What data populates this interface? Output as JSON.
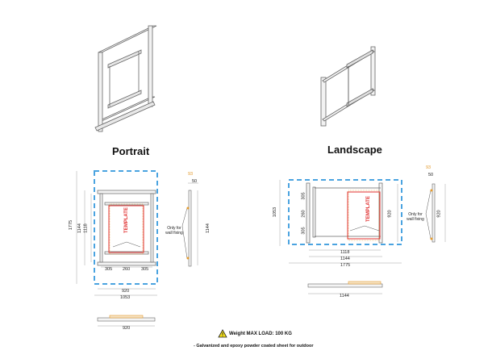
{
  "views": {
    "portrait": {
      "title": "Portrait",
      "front": {
        "height_total": "1775",
        "height_outer": "1144",
        "height_inner": "1118",
        "width_inner": "920",
        "width_outer": "1053",
        "spacing": [
          "305",
          "260",
          "305"
        ],
        "template_label": "TEMPLATE"
      },
      "side": {
        "depth_max": "93",
        "depth_min": "50",
        "height": "1144",
        "note": "Only for wall fixing"
      },
      "top": {
        "width": "920"
      }
    },
    "landscape": {
      "title": "Landscape",
      "front": {
        "height_total": "1053",
        "spacing": [
          "305",
          "260",
          "305"
        ],
        "height_inner": "920",
        "width_inner": "1118",
        "width_outer": "1144",
        "width_total": "1775",
        "template_label": "TEMPLATE"
      },
      "side": {
        "depth_max": "93",
        "depth_min": "50",
        "height": "920",
        "note": "Only for wall fixing"
      },
      "top": {
        "width": "1144"
      }
    }
  },
  "footer": {
    "warning_icon": "warning-triangle-icon",
    "weight_label": "Weight MAX LOAD: 100 KG",
    "spec_note": "- Galvanized and epoxy powder coated sheet for outdoor"
  },
  "colors": {
    "dashed_outline": "#4aa3e0",
    "template": "#e03030",
    "orange": "#e39a2d",
    "line": "#555555",
    "warning": "#f5e11a"
  }
}
